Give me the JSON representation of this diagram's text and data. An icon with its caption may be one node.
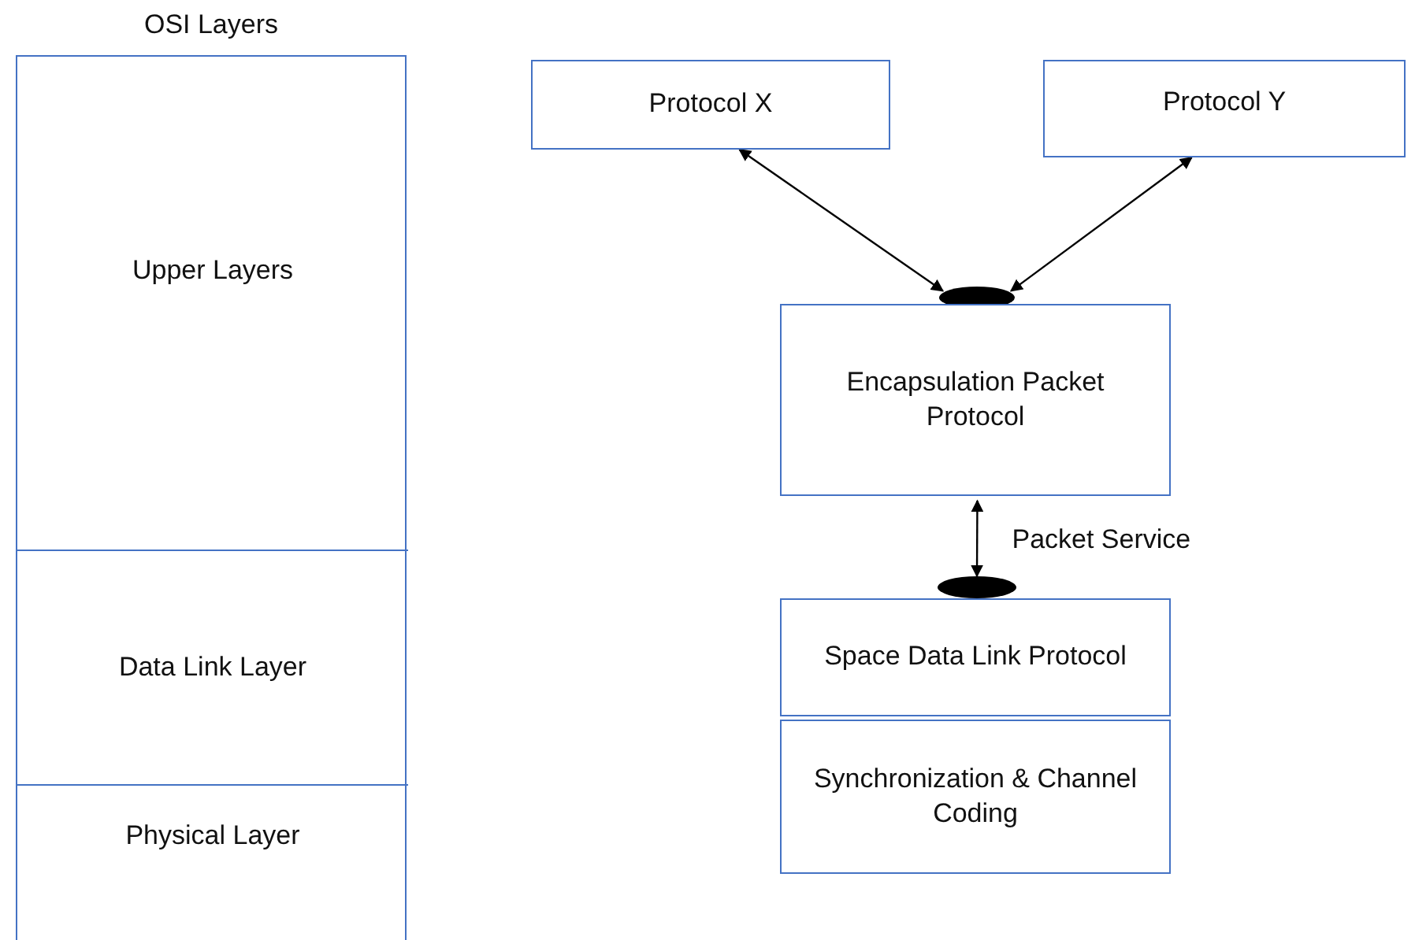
{
  "diagram": {
    "nodes": [
      {
        "text": [
          "OSI Layers"
        ]
      },
      {
        "text": [
          "Upper Layers"
        ],
        "in": 0
      },
      {
        "text": [
          "Data Link Layer"
        ],
        "in": 0
      },
      {
        "text": [
          "Physical Layer"
        ],
        "in": 0
      },
      {
        "text": [
          "Protocol X"
        ]
      },
      {
        "text": [
          "Protocol Y"
        ]
      },
      {
        "text": [],
        "shape": "ellipse"
      },
      {
        "text": [
          "Encapsulation Packet Protocol"
        ]
      },
      {
        "text": [],
        "shape": "ellipse"
      },
      {
        "text": [
          "Space Data Link Protocol"
        ]
      },
      {
        "text": [
          "Synchronization & Channel Coding"
        ]
      }
    ],
    "edges": [
      {
        "from": 4,
        "to": 6,
        "arrow": "both"
      },
      {
        "from": 5,
        "to": 6,
        "arrow": "both"
      },
      {
        "from": 7,
        "to": 8,
        "arrow": "both",
        "label": "Packet Service"
      }
    ]
  }
}
